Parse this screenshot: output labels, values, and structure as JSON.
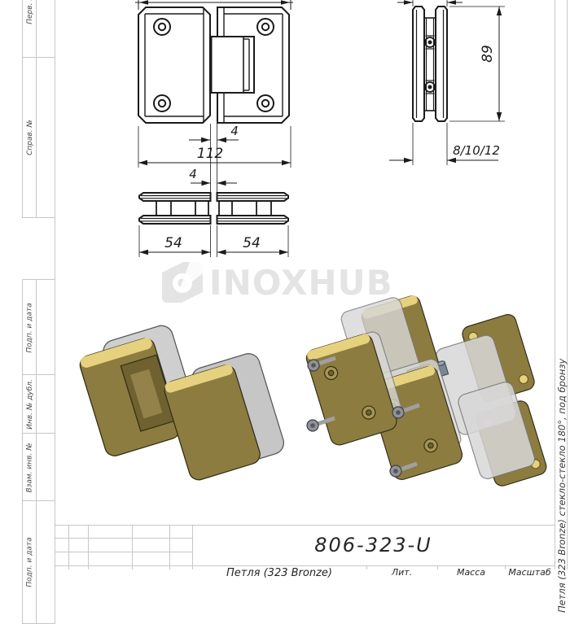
{
  "document": {
    "designation": "806-323-U",
    "name_line": "Петля (323 Bronze)",
    "side_title": "Петля (323 Bronze) стекло-стекло 180°, под бронзу"
  },
  "left_column": {
    "cells": [
      {
        "label": "Перв. примен."
      },
      {
        "label": "Справ. №"
      },
      {
        "label": "Подп. и дата"
      },
      {
        "label": "Инв. № дубл."
      },
      {
        "label": "Взам. инв. №"
      },
      {
        "label": "Подп. и дата"
      }
    ]
  },
  "title_block": {
    "lit": "Лит.",
    "mass": "Масса",
    "scale": "Масштаб"
  },
  "watermark": {
    "brand": "INOXHUB"
  },
  "dimensions": {
    "front_width": "112",
    "front_gap": "4",
    "plan_gap": "4",
    "plan_left": "54",
    "plan_right": "54",
    "side_height": "89",
    "side_glass": "8/10/12"
  },
  "colors": {
    "bronze": "#8d7c3f",
    "gold": "#e6d17f",
    "gasket": "#d8d8d8",
    "frame_line": "#c7c7c7",
    "ink": "#1c1c1c",
    "watermark": "#e4e4e4"
  }
}
